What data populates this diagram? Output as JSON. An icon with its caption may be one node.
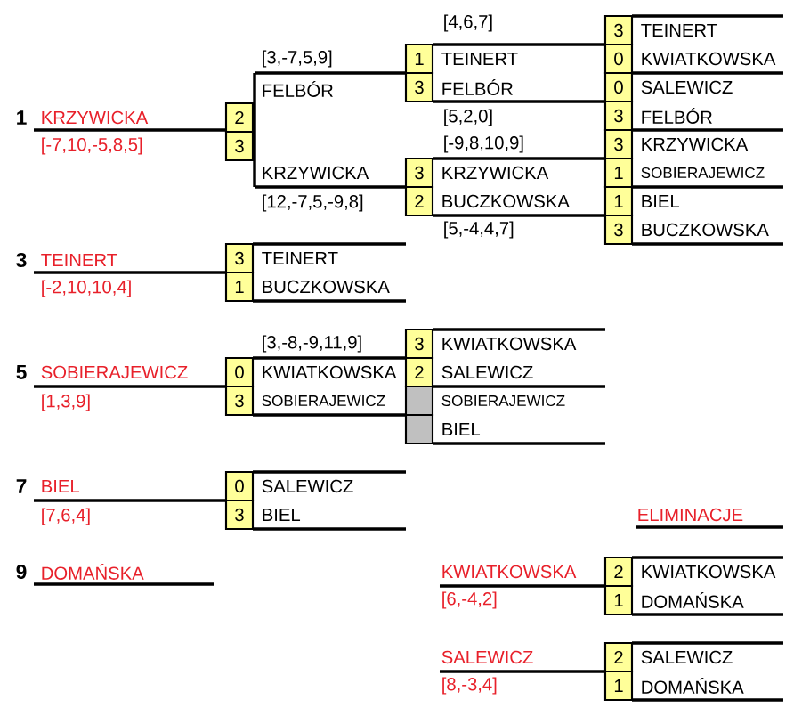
{
  "diagram": {
    "labels": [
      "1",
      "KRZYWICKA",
      "[-7,10,-5,8,5]",
      "2",
      "3",
      "[3,-7,5,9]",
      "FELBÓR",
      "KRZYWICKA",
      "[12,-7,5,-9,8]",
      "3",
      "TEINERT",
      "[-2,10,10,4]",
      "3",
      "TEINERT",
      "1",
      "BUCZKOWSKA",
      "[3,-8,-9,11,9]",
      "5",
      "SOBIERAJEWICZ",
      "[1,3,9]",
      "0",
      "KWIATKOWSKA",
      "3",
      "SOBIERAJEWICZ",
      "7",
      "BIEL",
      "[7,6,4]",
      "0",
      "SALEWICZ",
      "3",
      "BIEL",
      "9",
      "DOMAŃSKA",
      "[4,6,7]",
      "1",
      "TEINERT",
      "3",
      "FELBÓR",
      "[5,2,0]",
      "[-9,8,10,9]",
      "3",
      "KRZYWICKA",
      "2",
      "BUCZKOWSKA",
      "[5,-4,4,7]",
      "3",
      "KWIATKOWSKA",
      "2",
      "SALEWICZ",
      "SOBIERAJEWICZ",
      "BIEL",
      "3",
      "TEINERT",
      "0",
      "KWIATKOWSKA",
      "0",
      "SALEWICZ",
      "3",
      "FELBÓR",
      "3",
      "KRZYWICKA",
      "1",
      "SOBIERAJEWICZ",
      "1",
      "BIEL",
      "3",
      "BUCZKOWSKA",
      "ELIMINACJE",
      "KWIATKOWSKA",
      "[6,-4,2]",
      "2",
      "KWIATKOWSKA",
      "1",
      "DOMAŃSKA",
      "SALEWICZ",
      "[8,-3,4]",
      "2",
      "SALEWICZ",
      "1",
      "DOMAŃSKA"
    ]
  }
}
